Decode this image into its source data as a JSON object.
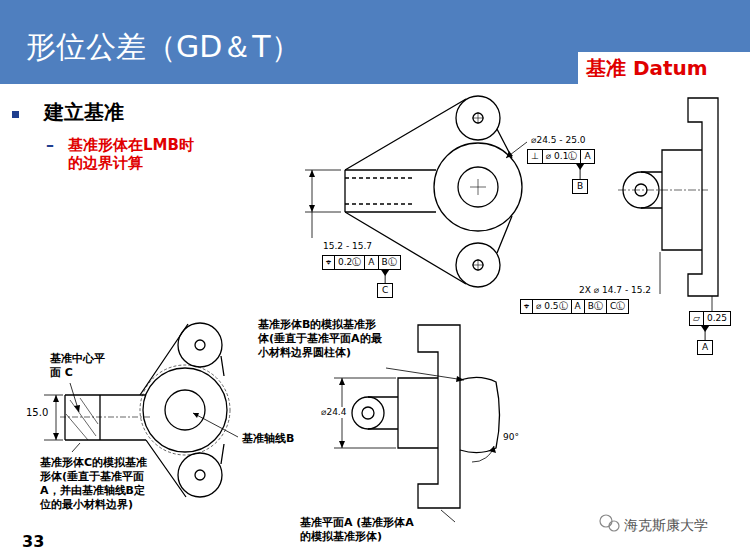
{
  "diagram": {
    "title": "形位公差（GD＆T）",
    "nodes": [
      {
        "text": [
          "⊥",
          "⌀ 0.1Ⓛ",
          "A"
        ]
      },
      {
        "text": [
          "B"
        ]
      },
      {
        "text": [
          "⌖",
          "0.2Ⓛ",
          "A",
          "BⓁ"
        ]
      },
      {
        "text": [
          "C"
        ]
      },
      {
        "text": [
          "⌖",
          "⌀ 0.5Ⓛ",
          "A",
          "BⓁ",
          "CⓁ"
        ]
      },
      {
        "text": [
          "▱",
          "0.25"
        ]
      },
      {
        "text": [
          "A"
        ]
      }
    ],
    "edges": [
      {
        "from": 1,
        "to": 0,
        "arrow": "to"
      },
      {
        "from": 3,
        "to": 2,
        "arrow": "to"
      },
      {
        "from": 6,
        "to": 5,
        "arrow": "to"
      }
    ],
    "labels": [
      "基准 Datum",
      "建立基准",
      "–",
      "基准形体在LMB时的边界计算",
      "⌀24.5 - 25.0",
      "15.2 - 15.7",
      "2X ⌀ 14.7 - 15.2",
      "基准中心平面 C",
      "15.0",
      "基准形体C的模拟基准形体(垂直于基准平面A，并由基准轴线B定位的最小材料边界)",
      "基准轴线B",
      "基准形体B的模拟基准形体(垂直于基准平面A的最小材料边界圆柱体)",
      "⌀24.4",
      "90°",
      "基准平面A (基准形体A的模拟基准形体)",
      "33",
      "海克斯康大学"
    ]
  }
}
